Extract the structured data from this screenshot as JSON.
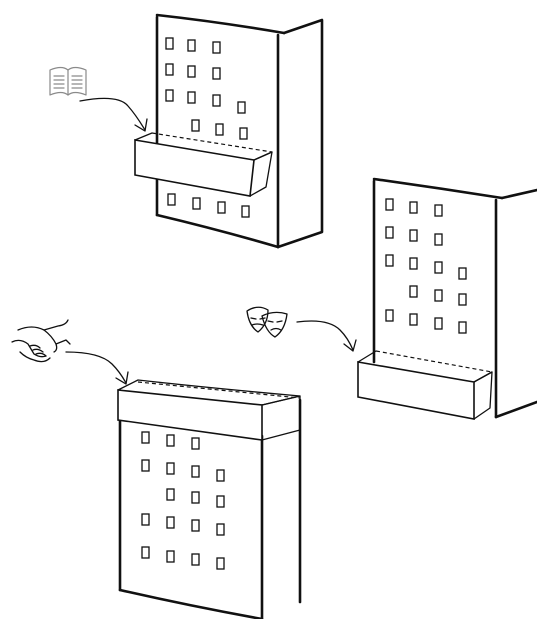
{
  "colors": {
    "ink": "#111111",
    "icon_grey": "#8a8a8a",
    "background": "#ffffff"
  },
  "buildings": [
    {
      "name": "top-building",
      "icon": "newspaper-icon",
      "band": "middle"
    },
    {
      "name": "right-building",
      "icon": "theater-masks-icon",
      "band": "bottom"
    },
    {
      "name": "bottom-building",
      "icon": "handshake-icon",
      "band": "top"
    }
  ]
}
